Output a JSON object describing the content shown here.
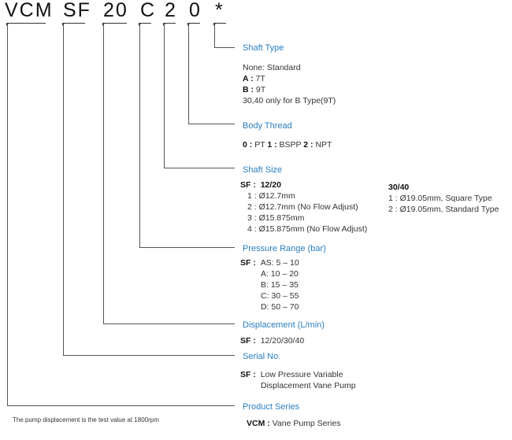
{
  "code": {
    "vcm": "VCM",
    "sf": "SF",
    "size": "20",
    "pressure": "C",
    "thread": "2",
    "shaft": "0",
    "star": "*"
  },
  "sections": {
    "shaft_type": {
      "title": "Shaft Type",
      "lines": [
        "None: Standard",
        "7T",
        "9T",
        "30,40 only for B Type(9T)"
      ],
      "keys": [
        "A :",
        "B :"
      ]
    },
    "body_thread": {
      "title": "Body Thread",
      "k0": "0 :",
      "v0": "PT",
      "k1": "1 :",
      "v1": "BSPP",
      "k2": "2 :",
      "v2": "NPT"
    },
    "shaft_size": {
      "title": "Shaft Size",
      "prefix": "SF :",
      "h1": "12/20",
      "items1": [
        "1 : Ø12.7mm",
        "2 : Ø12.7mm   (No Flow Adjust)",
        "3 : Ø15.875mm",
        "4 : Ø15.875mm   (No Flow Adjust)"
      ],
      "h2": "30/40",
      "items2": [
        "1 : Ø19.05mm, Square Type",
        "2 : Ø19.05mm, Standard Type"
      ]
    },
    "pressure_range": {
      "title": "Pressure Range (bar)",
      "prefix": "SF :",
      "items": [
        "AS: 5 – 10",
        "A: 10 – 20",
        "B: 15 – 35",
        "C: 30 – 55",
        "D: 50 – 70"
      ]
    },
    "displacement": {
      "title": "Displacement (L/min)",
      "prefix": "SF :",
      "value": "12/20/30/40"
    },
    "serial_no": {
      "title": "Serial No.",
      "prefix": "SF :",
      "line1": "Low Pressure Variable",
      "line2": "Displacement Vane Pump"
    },
    "product_series": {
      "title": "Product Series",
      "prefix": "VCM :",
      "value": "Vane Pump Series"
    }
  },
  "footnote": "The pump displacement is the test value at 1800rpm",
  "colors": {
    "accent": "#2a7ec0",
    "line": "#555555",
    "text": "#333333"
  }
}
